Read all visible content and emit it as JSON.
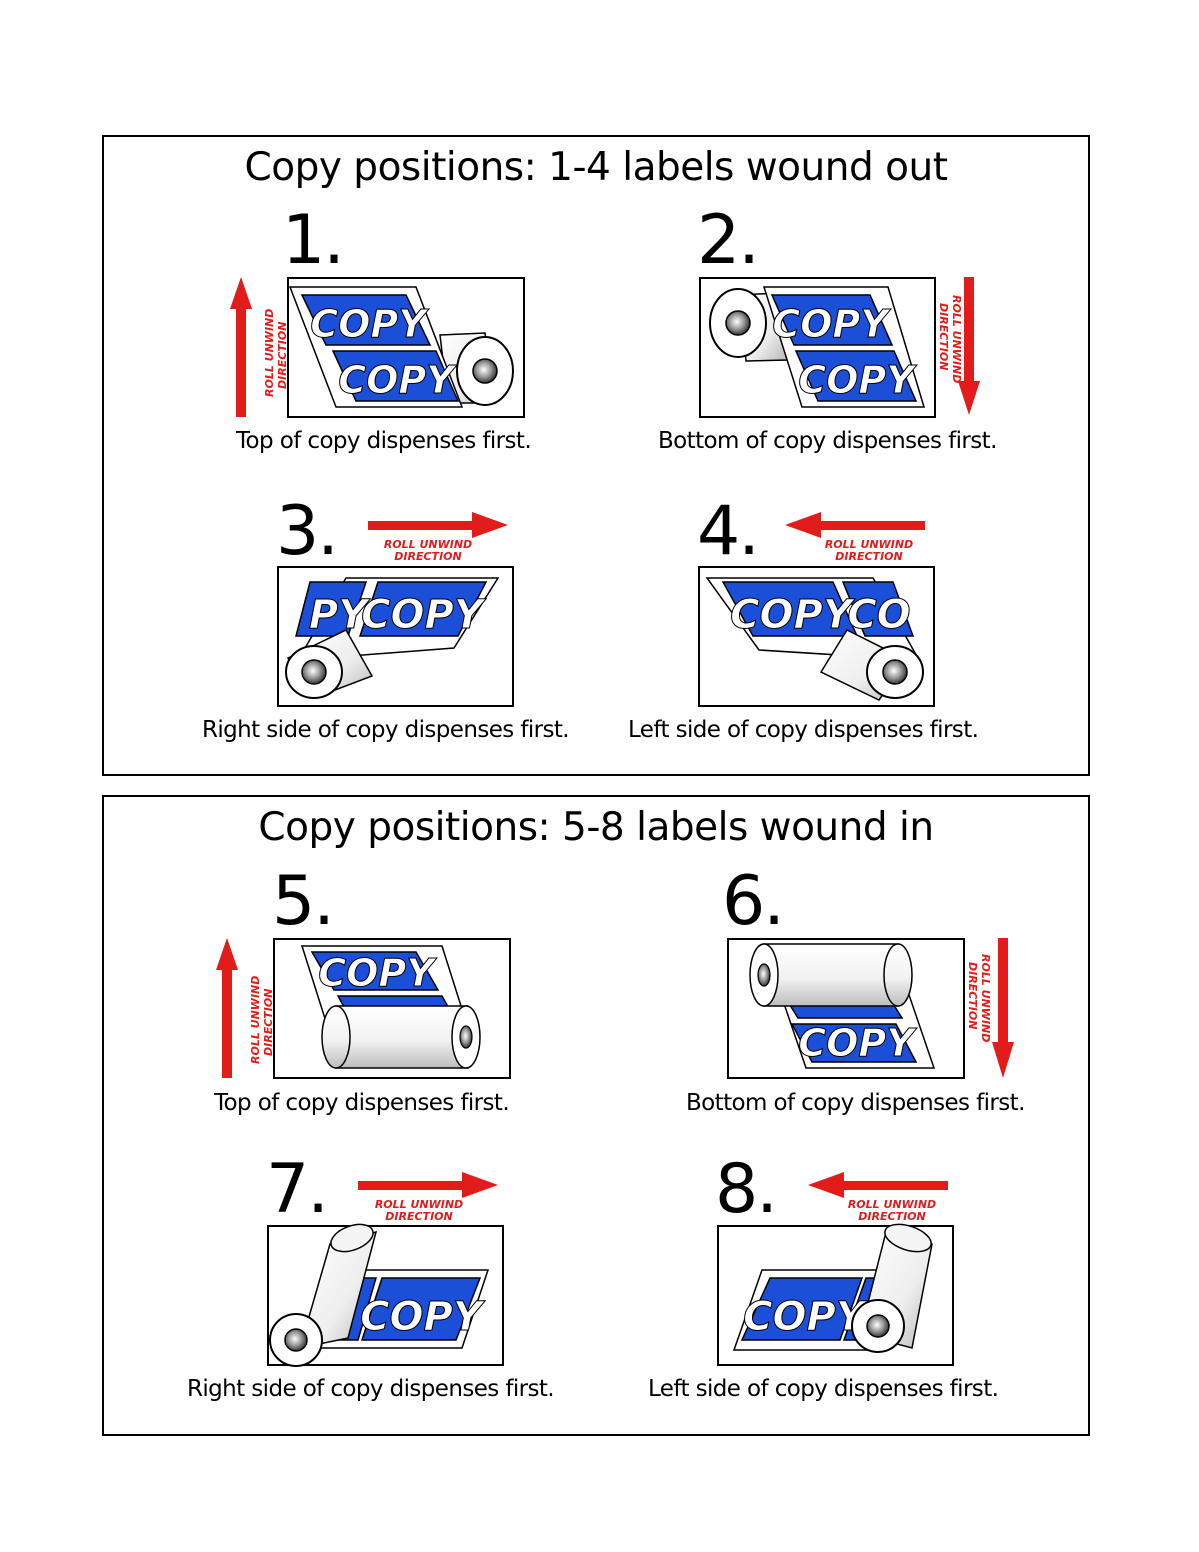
{
  "panels": [
    {
      "title": "Copy positions: 1-4 labels wound out"
    },
    {
      "title": "Copy positions: 5-8 labels wound in"
    }
  ],
  "positions": [
    {
      "number": "1.",
      "caption": "Top of copy dispenses first."
    },
    {
      "number": "2.",
      "caption": "Bottom of copy dispenses first."
    },
    {
      "number": "3.",
      "caption": "Right side of copy dispenses first."
    },
    {
      "number": "4.",
      "caption": "Left side of copy dispenses first."
    },
    {
      "number": "5.",
      "caption": "Top of copy dispenses first."
    },
    {
      "number": "6.",
      "caption": "Bottom of copy dispenses first."
    },
    {
      "number": "7.",
      "caption": "Right side of copy dispenses first."
    },
    {
      "number": "8.",
      "caption": "Left side of copy dispenses first."
    }
  ],
  "label_text": "COPY",
  "arrow_text": {
    "line1": "ROLL UNWIND",
    "line2": "DIRECTION"
  },
  "colors": {
    "label_blue": "#1c4fd8",
    "arrow_red": "#e21b1b",
    "roll_gray": "#d8d8d8"
  }
}
